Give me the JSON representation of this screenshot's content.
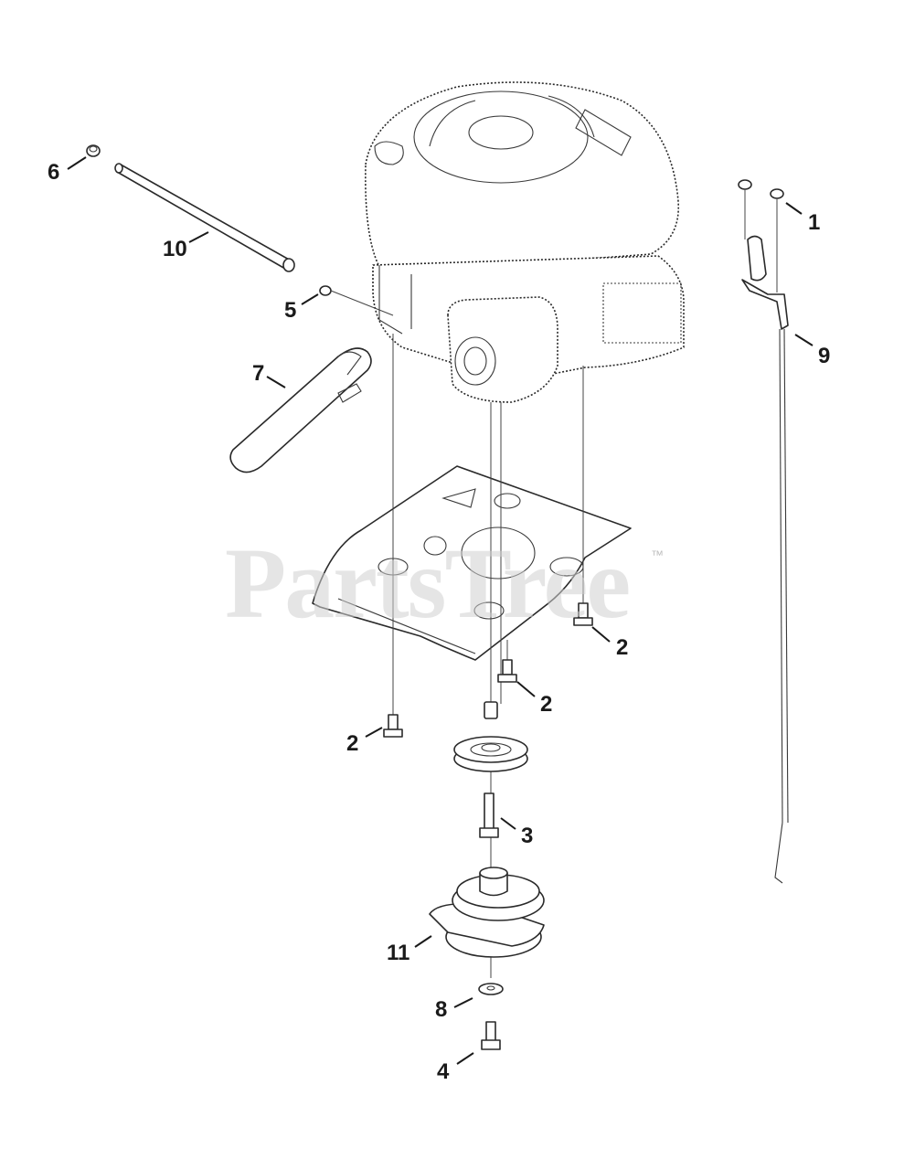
{
  "watermark": {
    "brand": "PartsTree",
    "trademark": "™"
  },
  "callouts": {
    "c1": "1",
    "c2a": "2",
    "c2b": "2",
    "c2c": "2",
    "c3": "3",
    "c4": "4",
    "c5": "5",
    "c6": "6",
    "c7": "7",
    "c8": "8",
    "c9": "9",
    "c10": "10",
    "c11": "11"
  }
}
